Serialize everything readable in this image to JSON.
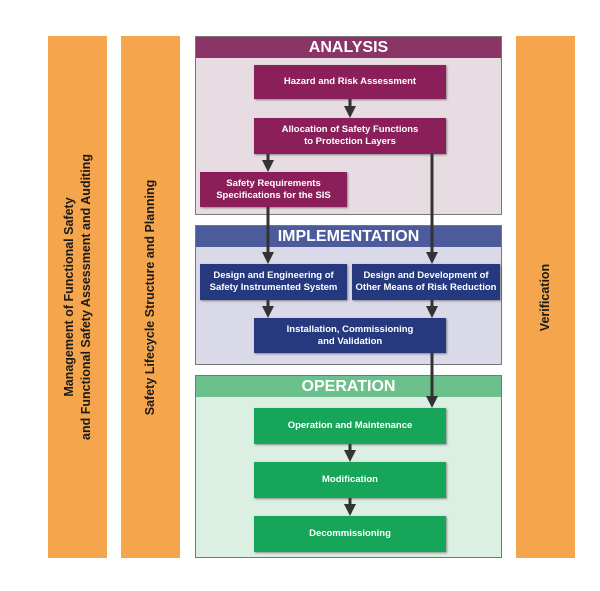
{
  "side_bars": {
    "management": [
      "Management of Functional Safety",
      "and Functional Safety Assessment and Auditing"
    ],
    "lifecycle": "Safety Lifecycle Structure and Planning",
    "verification": "Verification"
  },
  "analysis": {
    "title": "ANALYSIS",
    "hazard": "Hazard and Risk Assessment",
    "allocation": [
      "Allocation of Safety Functions",
      "to Protection Layers"
    ],
    "srs": [
      "Safety Requirements",
      "Specifications for the SIS"
    ]
  },
  "implementation": {
    "title": "IMPLEMENTATION",
    "design_sis": [
      "Design and Engineering of",
      "Safety Instrumented System"
    ],
    "design_other": [
      "Design and Development of",
      "Other Means of Risk Reduction"
    ],
    "installation": [
      "Installation, Commissioning",
      "and Validation"
    ]
  },
  "operation": {
    "title": "OPERATION",
    "om": "Operation and Maintenance",
    "modification": "Modification",
    "decommissioning": "Decommissioning"
  },
  "colors": {
    "side_bar": "#f5a54c",
    "analysis": "#8a1f5a",
    "implementation": "#26397f",
    "operation": "#17a55a"
  }
}
